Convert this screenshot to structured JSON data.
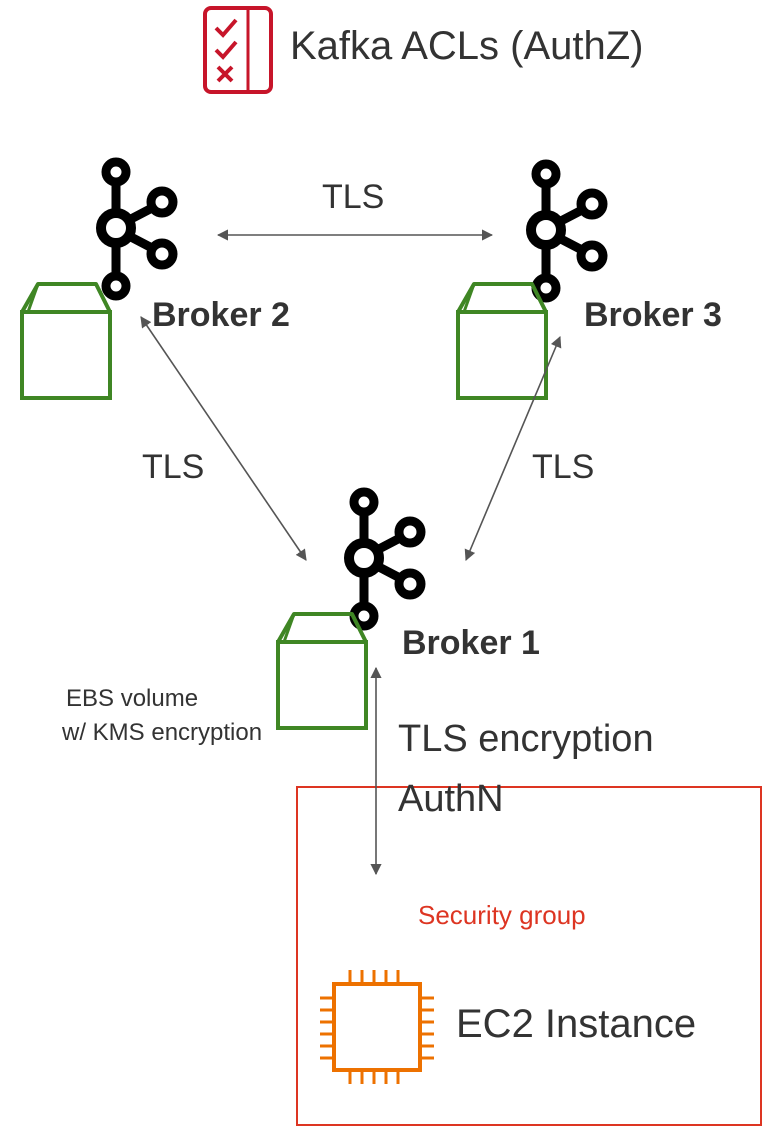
{
  "header": {
    "title": "Kafka ACLs (AuthZ)",
    "icon": "checklist-icon"
  },
  "links": {
    "top": "TLS",
    "left": "TLS",
    "right": "TLS"
  },
  "brokers": [
    {
      "label": "Broker 2"
    },
    {
      "label": "Broker 3"
    },
    {
      "label": "Broker 1"
    }
  ],
  "volume_label": {
    "line1": "EBS volume",
    "line2": "w/ KMS encryption"
  },
  "client_link": {
    "line1": "TLS encryption",
    "line2": "AuthN"
  },
  "security_group": {
    "label": "Security group"
  },
  "instance": {
    "label": "EC2 Instance",
    "icon": "ec2-chip-icon"
  },
  "colors": {
    "acl_icon": "#c7152a",
    "volume": "#3f8624",
    "security_group": "#dd3522",
    "ec2": "#ed7100",
    "arrows": "#555555",
    "kafka_logo": "#000000",
    "text": "#333333"
  }
}
